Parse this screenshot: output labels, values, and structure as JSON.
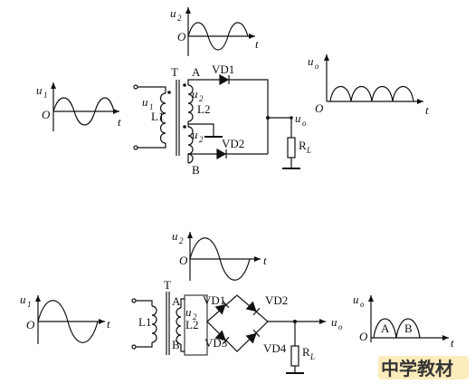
{
  "colors": {
    "ink": "#111111",
    "watermark_red": "#e23a3a",
    "watermark_gold": "#f0b000",
    "watermark_blue": "#3a6fd8"
  },
  "top": {
    "u2_graph": {
      "y_label": "u",
      "y_sub": "2",
      "x_label": "t",
      "origin": "O"
    },
    "u1_graph": {
      "y_label": "u",
      "y_sub": "1",
      "x_label": "t",
      "origin": "O"
    },
    "uo_graph": {
      "y_label": "u",
      "y_sub": "o",
      "x_label": "t",
      "origin": "O"
    },
    "transformer": "T",
    "primary": "L1",
    "primary_u": "u",
    "primary_u_sub": "1",
    "secondary": "L2",
    "upper_u": "u",
    "upper_u_sub": "2",
    "lower_u": "u",
    "lower_u_sub": "2",
    "node_a": "A",
    "node_b": "B",
    "diode_1": "VD1",
    "diode_2": "VD2",
    "output_u": "u",
    "output_u_sub": "o",
    "load_r": "R",
    "load_sub": "L"
  },
  "bottom": {
    "u2_graph": {
      "y_label": "u",
      "y_sub": "2",
      "x_label": "t",
      "origin": "O"
    },
    "u1_graph": {
      "y_label": "u",
      "y_sub": "1",
      "x_label": "t",
      "origin": "O"
    },
    "uo_graph": {
      "y_label": "u",
      "y_sub": "o",
      "x_label": "t",
      "origin": "O",
      "pulse_a": "A",
      "pulse_b": "B"
    },
    "transformer": "T",
    "primary": "L1",
    "secondary": "L2",
    "secondary_u": "u",
    "secondary_u_sub": "2",
    "node_a": "A",
    "node_b": "B",
    "diode_1": "VD1",
    "diode_2": "VD2",
    "diode_3": "VD3",
    "diode_4": "VD4",
    "output_u": "u",
    "output_u_sub": "o",
    "load_r": "R",
    "load_sub": "L"
  },
  "watermark": {
    "text": "中学教材"
  }
}
